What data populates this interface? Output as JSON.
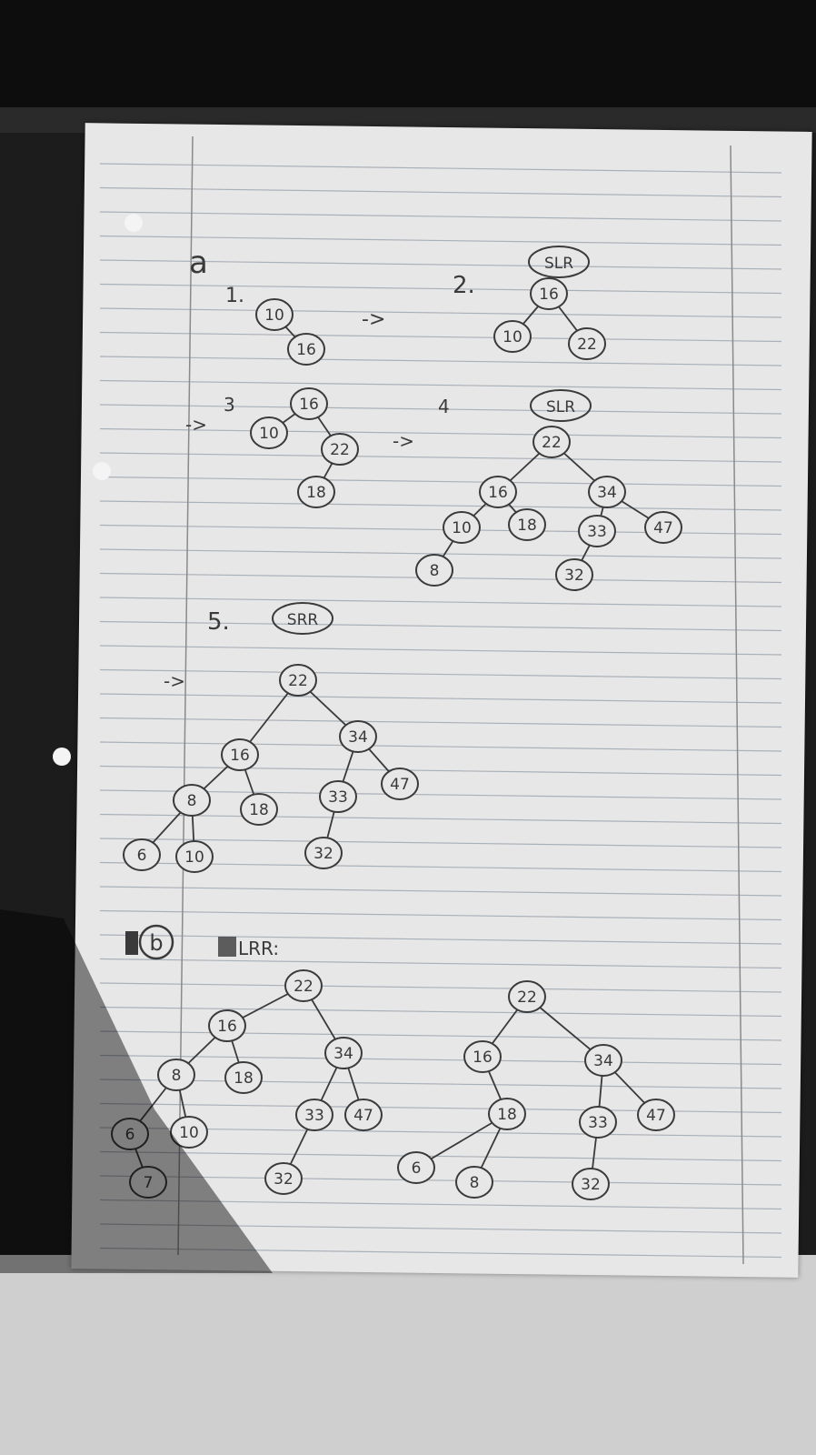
{
  "part_a": {
    "label": "a",
    "steps": [
      {
        "number": "1.",
        "arrow": "->"
      },
      {
        "number": "2.",
        "rotation": "SLR"
      },
      {
        "number": "3",
        "arrow_in": "->",
        "arrow_out": "->"
      },
      {
        "number": "4",
        "rotation": "SLR"
      },
      {
        "number": "5.",
        "rotation": "SRR",
        "arrow_in": "->"
      }
    ]
  },
  "part_b": {
    "label": "b",
    "rotation_label": "LRR:"
  },
  "trees": {
    "t1": [
      "10",
      "16"
    ],
    "t2": [
      "16",
      "10",
      "22"
    ],
    "t3": [
      "16",
      "10",
      "22",
      "18"
    ],
    "t4": [
      "22",
      "16",
      "34",
      "10",
      "18",
      "33",
      "47",
      "8",
      "32"
    ],
    "t5": [
      "22",
      "16",
      "34",
      "8",
      "18",
      "33",
      "47",
      "6",
      "10",
      "32"
    ],
    "t6": [
      "22",
      "16",
      "34",
      "8",
      "18",
      "33",
      "47",
      "6",
      "10",
      "7",
      "32"
    ],
    "t7": [
      "22",
      "16",
      "34",
      "18",
      "33",
      "47",
      "6",
      "8",
      "32"
    ]
  },
  "colors": {
    "ink": "#3a3a3a",
    "paper": "#e7e7e7",
    "rule": "#9aa3ad",
    "margin": "#8a8a8a"
  }
}
